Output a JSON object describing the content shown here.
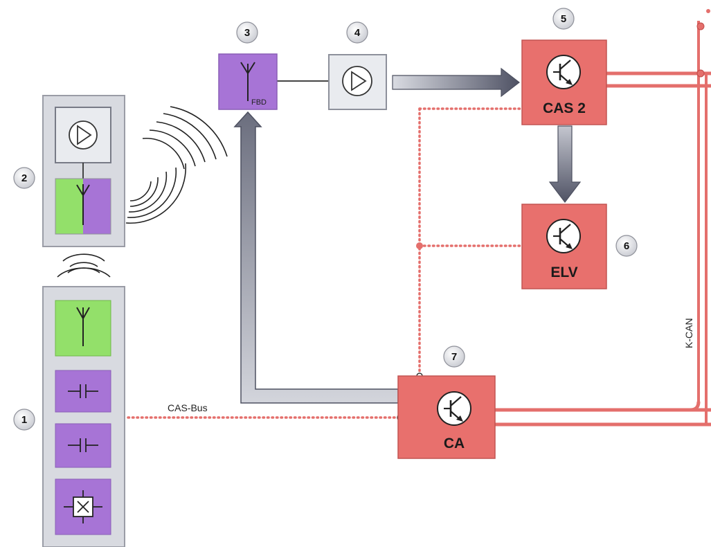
{
  "labels": {
    "cas_bus": "CAS-Bus",
    "k_can": "K-CAN",
    "fbd": "FBD",
    "cas2": "CAS 2",
    "elv": "ELV",
    "ca": "CA"
  },
  "markers": [
    "1",
    "2",
    "3",
    "4",
    "5",
    "6",
    "7"
  ],
  "colors": {
    "ecu_red": "#e8706d",
    "bus_red": "#e46f6c",
    "purple": "#a774d6",
    "green": "#93e06a",
    "arrow_gray": "#7e8190",
    "panel_gray": "#d8dae0"
  },
  "icons": [
    "amplifier-icon",
    "antenna-icon",
    "capacitor-icon",
    "crystal-icon",
    "transistor-icon",
    "radio-waves-icon"
  ]
}
